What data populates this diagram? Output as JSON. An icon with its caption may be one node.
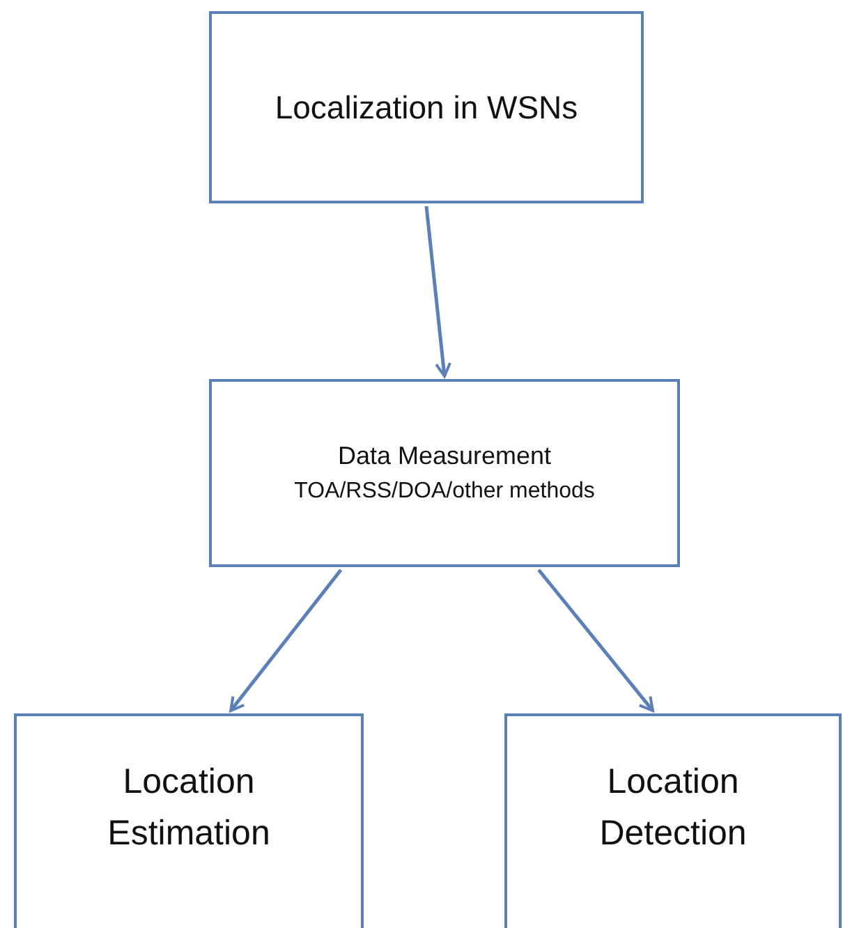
{
  "diagram": {
    "nodes": [
      {
        "text": [
          "Localization in WSNs"
        ]
      },
      {
        "text": [
          "Data Measurement",
          "TOA/RSS/DOA/other methods"
        ]
      },
      {
        "text": [
          "Location Estimation"
        ]
      },
      {
        "text": [
          "Location Detection"
        ]
      }
    ],
    "edges": [
      {
        "from": 0,
        "to": 1,
        "arrow": "to"
      },
      {
        "from": 1,
        "to": 2,
        "arrow": "to"
      },
      {
        "from": 1,
        "to": 3,
        "arrow": "to"
      }
    ]
  }
}
